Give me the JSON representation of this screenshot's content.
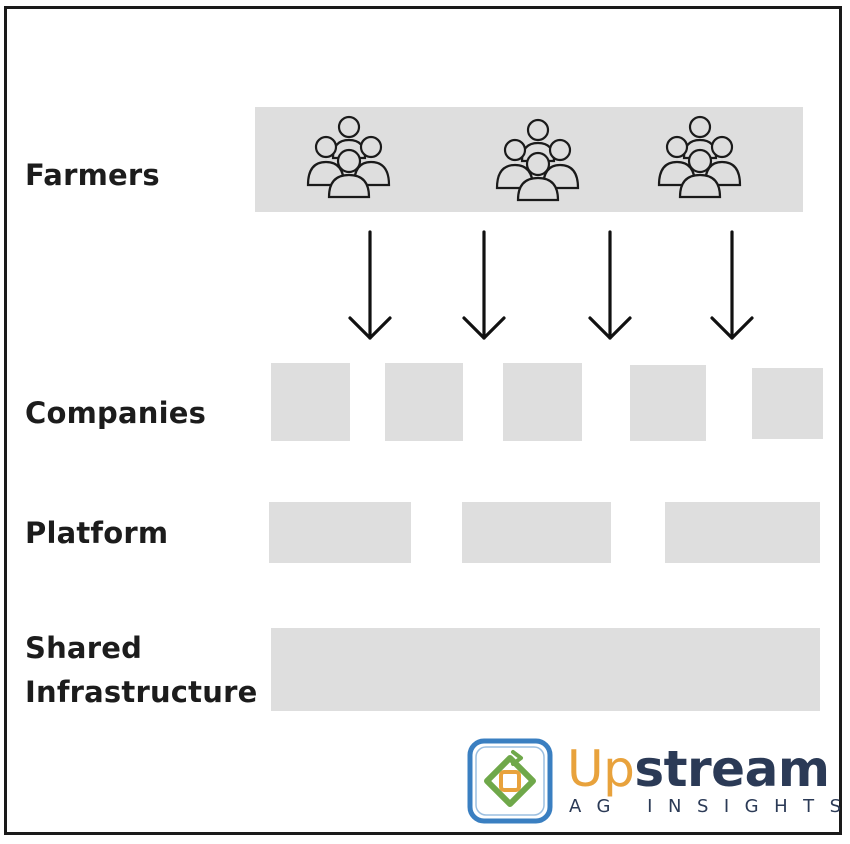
{
  "layers": {
    "farmers": "Farmers",
    "companies": "Companies",
    "platform": "Platform",
    "shared_line1": "Shared",
    "shared_line2": "Infrastructure"
  },
  "logo": {
    "word_part1": "Up",
    "word_part2": "stream",
    "tagline": "AG INSIGHTS",
    "colors": {
      "orange": "#e8a23c",
      "green": "#6fa84a",
      "blue": "#3a7fc1",
      "navy": "#2b3a56"
    }
  },
  "icons": [
    "people-group-icon",
    "people-group-icon",
    "people-group-icon",
    "down-arrow-icon"
  ]
}
